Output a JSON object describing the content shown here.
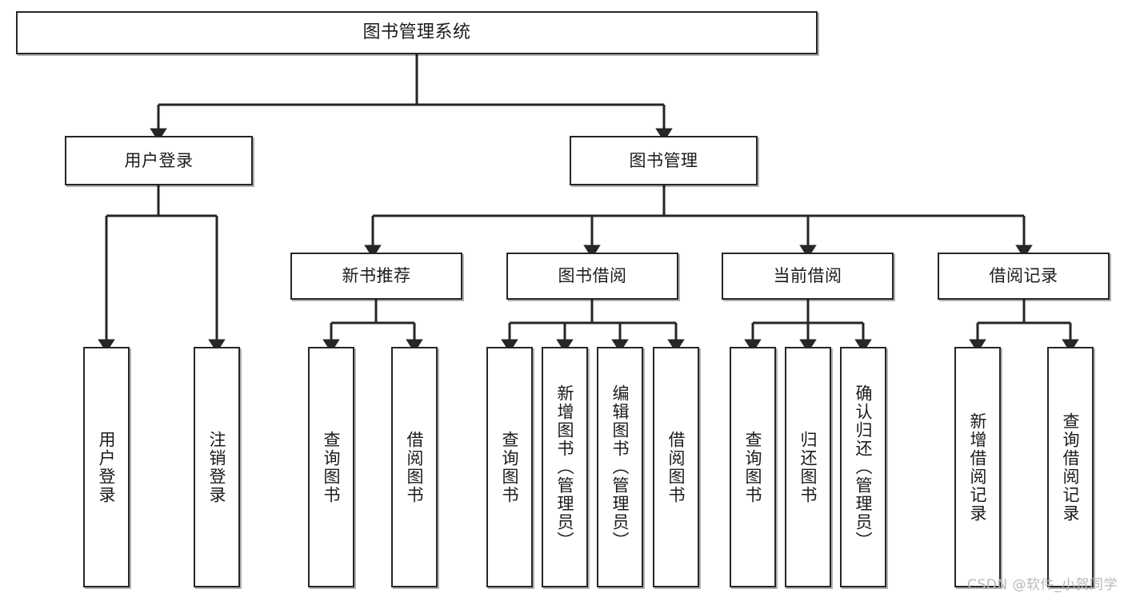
{
  "diagram": {
    "title": "图书管理系统",
    "type": "tree-hierarchy-diagram",
    "stroke_color": "#262626",
    "fill_color": "#ffffff",
    "text_color": "#1b1b1b",
    "watermark": "CSDN @软件_小贺同学"
  },
  "nodes": {
    "root": {
      "label": "图书管理系统"
    },
    "level2": [
      {
        "id": "user-login",
        "label": "用户登录"
      },
      {
        "id": "book-manage",
        "label": "图书管理"
      }
    ],
    "level3": [
      {
        "id": "new-book-recommend",
        "label": "新书推荐"
      },
      {
        "id": "book-borrow",
        "label": "图书借阅"
      },
      {
        "id": "current-borrow",
        "label": "当前借阅"
      },
      {
        "id": "borrow-record",
        "label": "借阅记录"
      }
    ],
    "leaves": {
      "user_login": [
        {
          "id": "leaf-user-login",
          "label": "用户登录"
        },
        {
          "id": "leaf-logout-login",
          "label": "注销登录"
        }
      ],
      "new_book_recommend": [
        {
          "id": "leaf-query-book-1",
          "label": "查询图书"
        },
        {
          "id": "leaf-borrow-book-1",
          "label": "借阅图书"
        }
      ],
      "book_borrow": [
        {
          "id": "leaf-query-book-2",
          "label": "查询图书"
        },
        {
          "id": "leaf-add-book",
          "label": "新增图书（管理员）"
        },
        {
          "id": "leaf-edit-book",
          "label": "编辑图书（管理员）"
        },
        {
          "id": "leaf-borrow-book-2",
          "label": "借阅图书"
        }
      ],
      "current_borrow": [
        {
          "id": "leaf-query-book-3",
          "label": "查询图书"
        },
        {
          "id": "leaf-return-book",
          "label": "归还图书"
        },
        {
          "id": "leaf-confirm-return",
          "label": "确认归还（管理员）"
        }
      ],
      "borrow_record": [
        {
          "id": "leaf-add-borrow-record",
          "label": "新增借阅记录"
        },
        {
          "id": "leaf-query-borrow-record",
          "label": "查询借阅记录"
        }
      ]
    }
  }
}
